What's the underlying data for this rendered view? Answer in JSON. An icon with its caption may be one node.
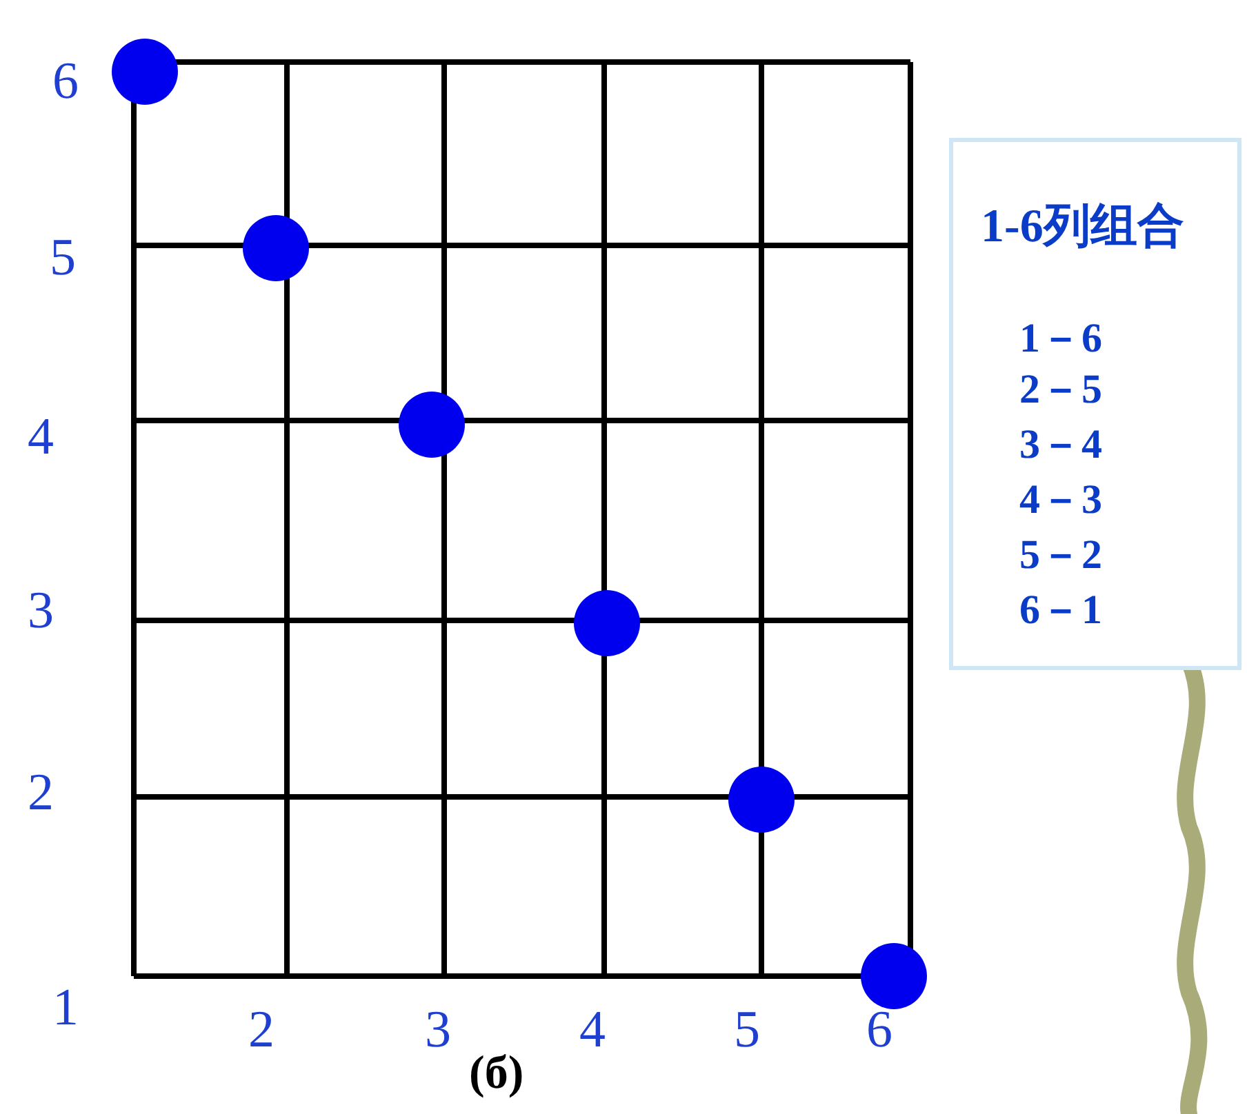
{
  "diagram": {
    "nodes": [
      {
        "text": [
          "1-6列组合",
          "1－6",
          "2－5",
          "3－4",
          "4－3",
          "5－2",
          "6－1"
        ]
      },
      {
        "text": [],
        "shape": "circle"
      },
      {
        "text": [],
        "shape": "circle"
      },
      {
        "text": [],
        "shape": "circle"
      },
      {
        "text": [],
        "shape": "circle"
      },
      {
        "text": [],
        "shape": "circle"
      },
      {
        "text": [],
        "shape": "circle"
      }
    ],
    "labels": [
      "6",
      "5",
      "4",
      "3",
      "2",
      "1",
      "2",
      "3",
      "4",
      "5",
      "6",
      "(б)"
    ]
  }
}
